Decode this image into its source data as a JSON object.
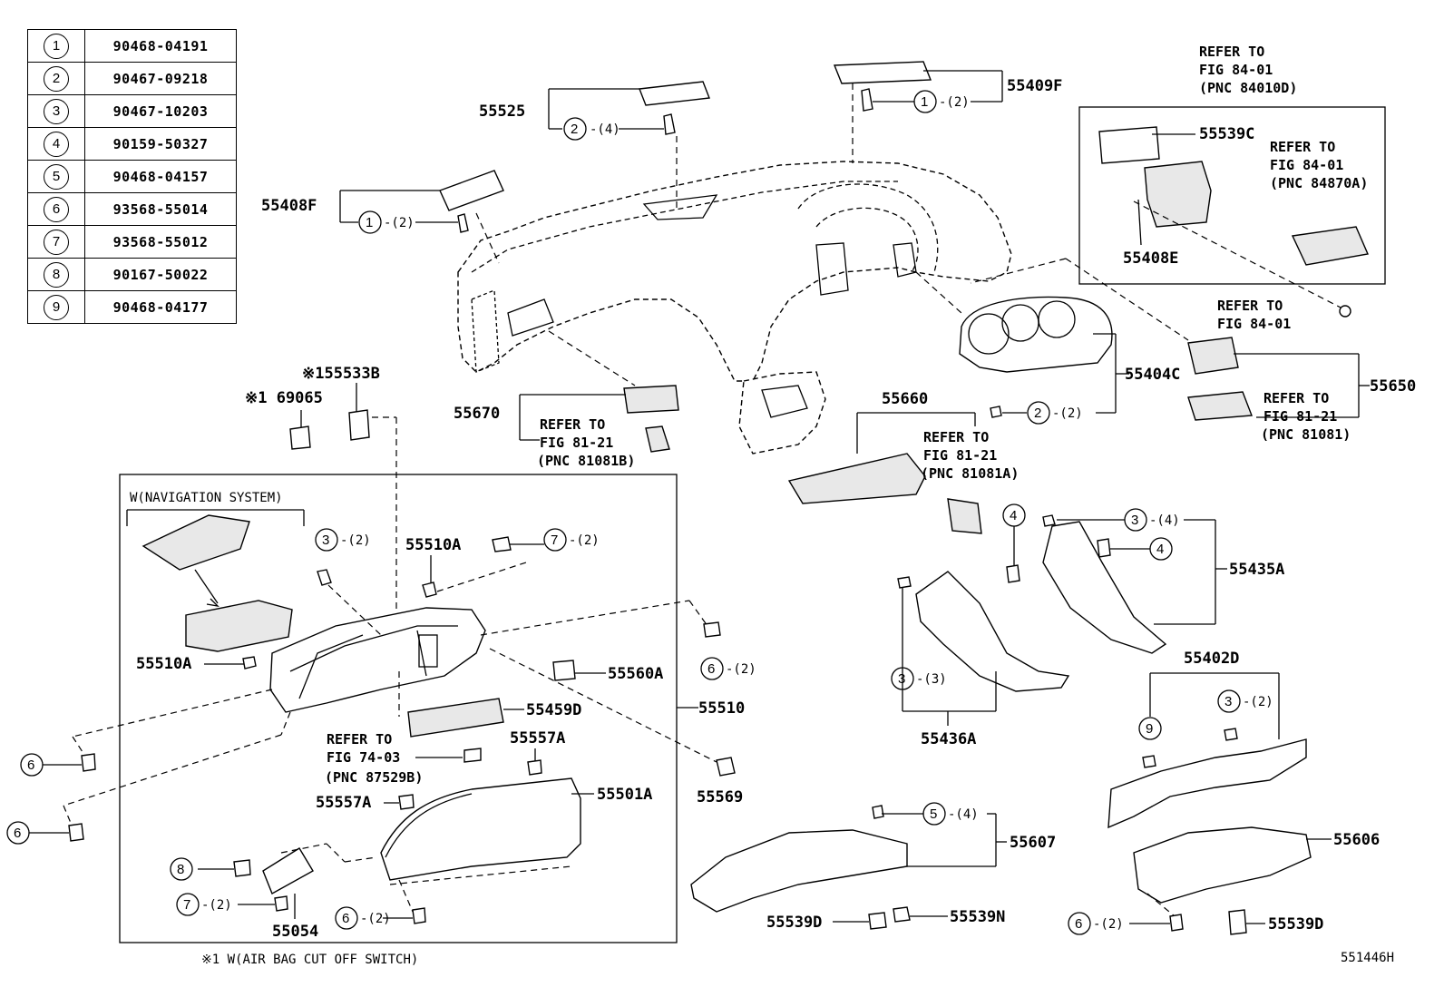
{
  "legend": [
    {
      "num": "1",
      "part": "90468-04191"
    },
    {
      "num": "2",
      "part": "90467-09218"
    },
    {
      "num": "3",
      "part": "90467-10203"
    },
    {
      "num": "4",
      "part": "90159-50327"
    },
    {
      "num": "5",
      "part": "90468-04157"
    },
    {
      "num": "6",
      "part": "93568-55014"
    },
    {
      "num": "7",
      "part": "93568-55012"
    },
    {
      "num": "8",
      "part": "90167-50022"
    },
    {
      "num": "9",
      "part": "90468-04177"
    }
  ],
  "labels": {
    "p55525": "55525",
    "p55409F": "55409F",
    "p55408F": "55408F",
    "p55539C": "55539C",
    "p55408E": "55408E",
    "p55404C": "55404C",
    "p55650": "55650",
    "p55660": "55660",
    "p55670": "55670",
    "p55533B": "※155533B",
    "p69065": "※1 69065",
    "p55510A_top": "55510A",
    "p55510A_left": "55510A",
    "p55560A": "55560A",
    "p55510": "55510",
    "p55459D": "55459D",
    "p55557A_top": "55557A",
    "p55557A_left": "55557A",
    "p55501A": "55501A",
    "p55569": "55569",
    "p55054": "55054",
    "p55435A": "55435A",
    "p55436A": "55436A",
    "p55402D": "55402D",
    "p55607": "55607",
    "p55606": "55606",
    "p55539D_a": "55539D",
    "p55539N": "55539N",
    "p55539D_b": "55539D"
  },
  "refs": {
    "r1_l1": "REFER TO",
    "r1_l2": "FIG 84-01",
    "r1_l3": "(PNC 84010D)",
    "r2_l1": "REFER TO",
    "r2_l2": "FIG 84-01",
    "r2_l3": "(PNC 84870A)",
    "r3_l1": "REFER TO",
    "r3_l2": "FIG 84-01",
    "r4_l1": "REFER TO",
    "r4_l2": "FIG 81-21",
    "r4_l3": "(PNC 81081)",
    "r5_l1": "REFER TO",
    "r5_l2": "FIG 81-21",
    "r5_l3": "(PNC 81081A)",
    "r6_l1": "REFER TO",
    "r6_l2": "FIG 81-21",
    "r6_l3": "(PNC 81081B)",
    "r7_l1": "REFER TO",
    "r7_l2": "FIG 74-03",
    "r7_l3": "(PNC 87529B)"
  },
  "callouts": {
    "c_1_2_a": "-(2)",
    "c_1_2_b": "-(2)",
    "c_2_4": "-(4)",
    "c_2_2": "-(2)",
    "c_3_2_a": "-(2)",
    "c_7_2_a": "-(2)",
    "c_6_2_a": "-(2)",
    "c_3_4": "-(4)",
    "c_3_3": "-(3)",
    "c_3_2_b": "-(2)",
    "c_5_4": "-(4)",
    "c_7_2_b": "-(2)",
    "c_6_2_b": "-(2)",
    "c_6_2_c": "-(2)"
  },
  "notes": {
    "nav": "W(NAVIGATION SYSTEM)",
    "airbag": "※1 W(AIR BAG CUT OFF SWITCH)",
    "fig_id": "551446H"
  }
}
